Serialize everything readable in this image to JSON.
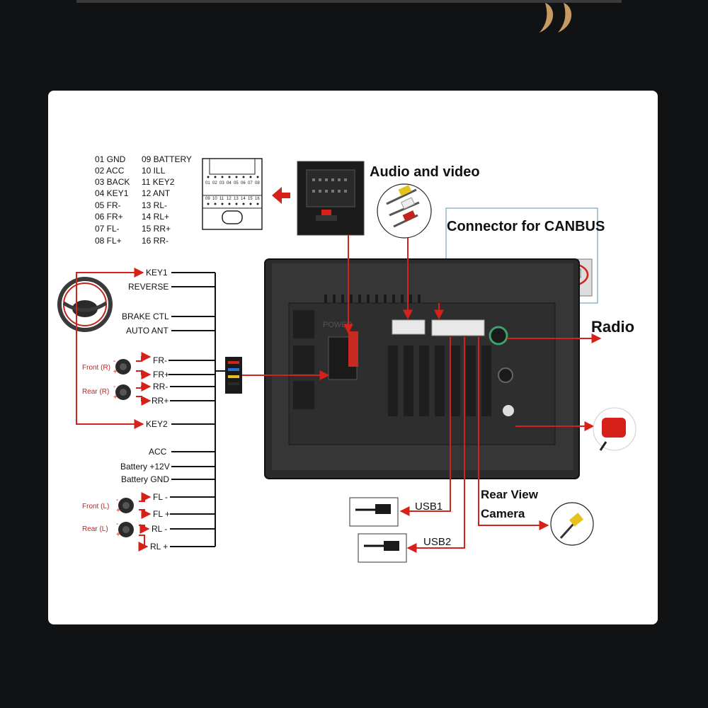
{
  "pinout": {
    "left": [
      "01 GND",
      "02 ACC",
      "03 BACK",
      "04 KEY1",
      "05 FR-",
      "06 FR+",
      "07 FL-",
      "08 FL+"
    ],
    "right": [
      "09 BATTERY",
      "10 ILL",
      "11 KEY2",
      "12 ANT",
      "13 RL-",
      "14 RL+",
      "15 RR+",
      "16 RR-"
    ],
    "connector_top_numbers": [
      "01",
      "02",
      "03",
      "04",
      "05",
      "06",
      "07",
      "08"
    ],
    "connector_bottom_numbers": [
      "09",
      "10",
      "11",
      "12",
      "13",
      "14",
      "15",
      "16"
    ]
  },
  "labels": {
    "audio_video": "Audio and video",
    "canbus": "Connector for CANBUS",
    "radio": "Radio",
    "usb1": "USB1",
    "usb2": "USB2",
    "rear_view_1": "Rear View",
    "rear_view_2": "Camera",
    "power": "POWER"
  },
  "harness": {
    "key1": "KEY1",
    "reverse": "REVERSE",
    "brake": "BRAKE CTL",
    "auto_ant": "AUTO ANT",
    "fr_minus": "FR-",
    "fr_plus": "FR+",
    "rr_minus": "RR-",
    "rr_plus": "RR+",
    "key2": "KEY2",
    "acc": "ACC",
    "battery12": "Battery +12V",
    "battery_gnd": "Battery GND",
    "fl_minus": "FL -",
    "fl_plus": "FL +",
    "rl_minus": "RL -",
    "rl_plus": "RL +"
  },
  "speakers": {
    "front_r": "Front (R)",
    "rear_r": "Rear (R)",
    "front_l": "Front (L)",
    "rear_l": "Rear (L)",
    "plus": "+",
    "minus": "-"
  },
  "colors": {
    "accent": "#d6201a",
    "background": "#111214",
    "card": "#ffffff",
    "logo": "#c79a63"
  }
}
